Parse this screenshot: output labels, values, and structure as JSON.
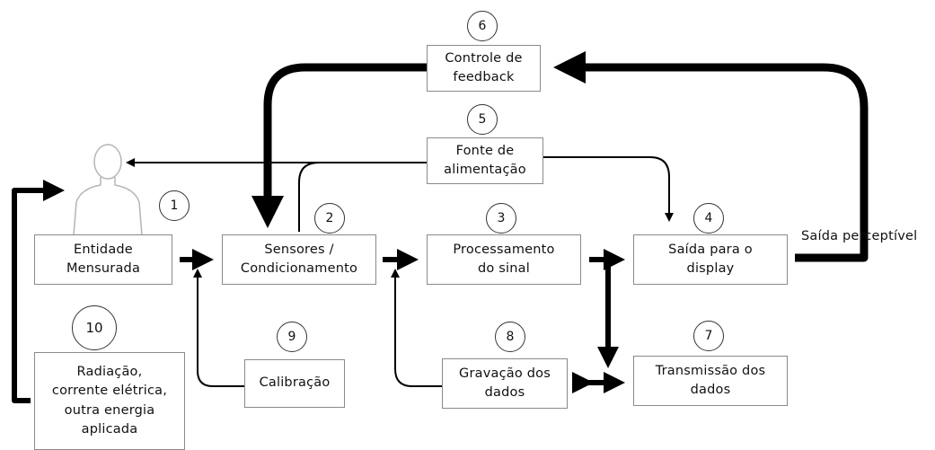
{
  "nodes": {
    "entidade": "Entidade\nMensurada",
    "sensores": "Sensores /\nCondicionamento",
    "processamento": "Processamento\ndo sinal",
    "saida": "Saída para o\ndisplay",
    "controle": "Controle de\nfeedback",
    "fonte": "Fonte de\nalimentação",
    "transmissao": "Transmissão dos\ndados",
    "gravacao": "Gravação dos\ndados",
    "calibracao": "Calibração",
    "radiacao": "Radiação,\ncorrente elétrica,\noutra energia\naplicada"
  },
  "numbers": {
    "n1": "1",
    "n2": "2",
    "n3": "3",
    "n4": "4",
    "n5": "5",
    "n6": "6",
    "n7": "7",
    "n8": "8",
    "n9": "9",
    "n10": "10"
  },
  "labels": {
    "saida_perceptivel": "Saída perceptível"
  },
  "colors": {
    "arrow": "#000000",
    "box_border": "#8a8a8a",
    "human_outline": "#b5b5b5"
  }
}
